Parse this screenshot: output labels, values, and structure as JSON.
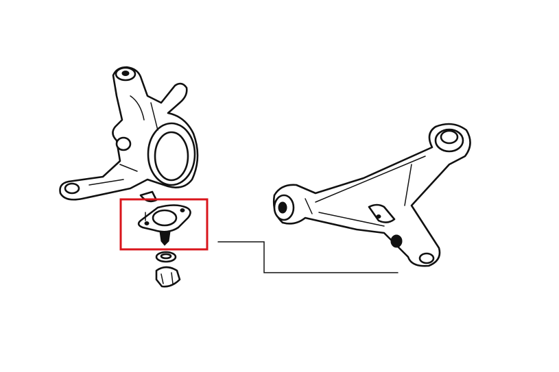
{
  "diagram": {
    "highlight_color": "#d9141b",
    "line_color": "#111111",
    "background": "#ffffff",
    "parts": [
      "steering-knuckle",
      "ball-joint",
      "ball-joint-boot",
      "ball-joint-nut",
      "lower-control-arm"
    ]
  }
}
